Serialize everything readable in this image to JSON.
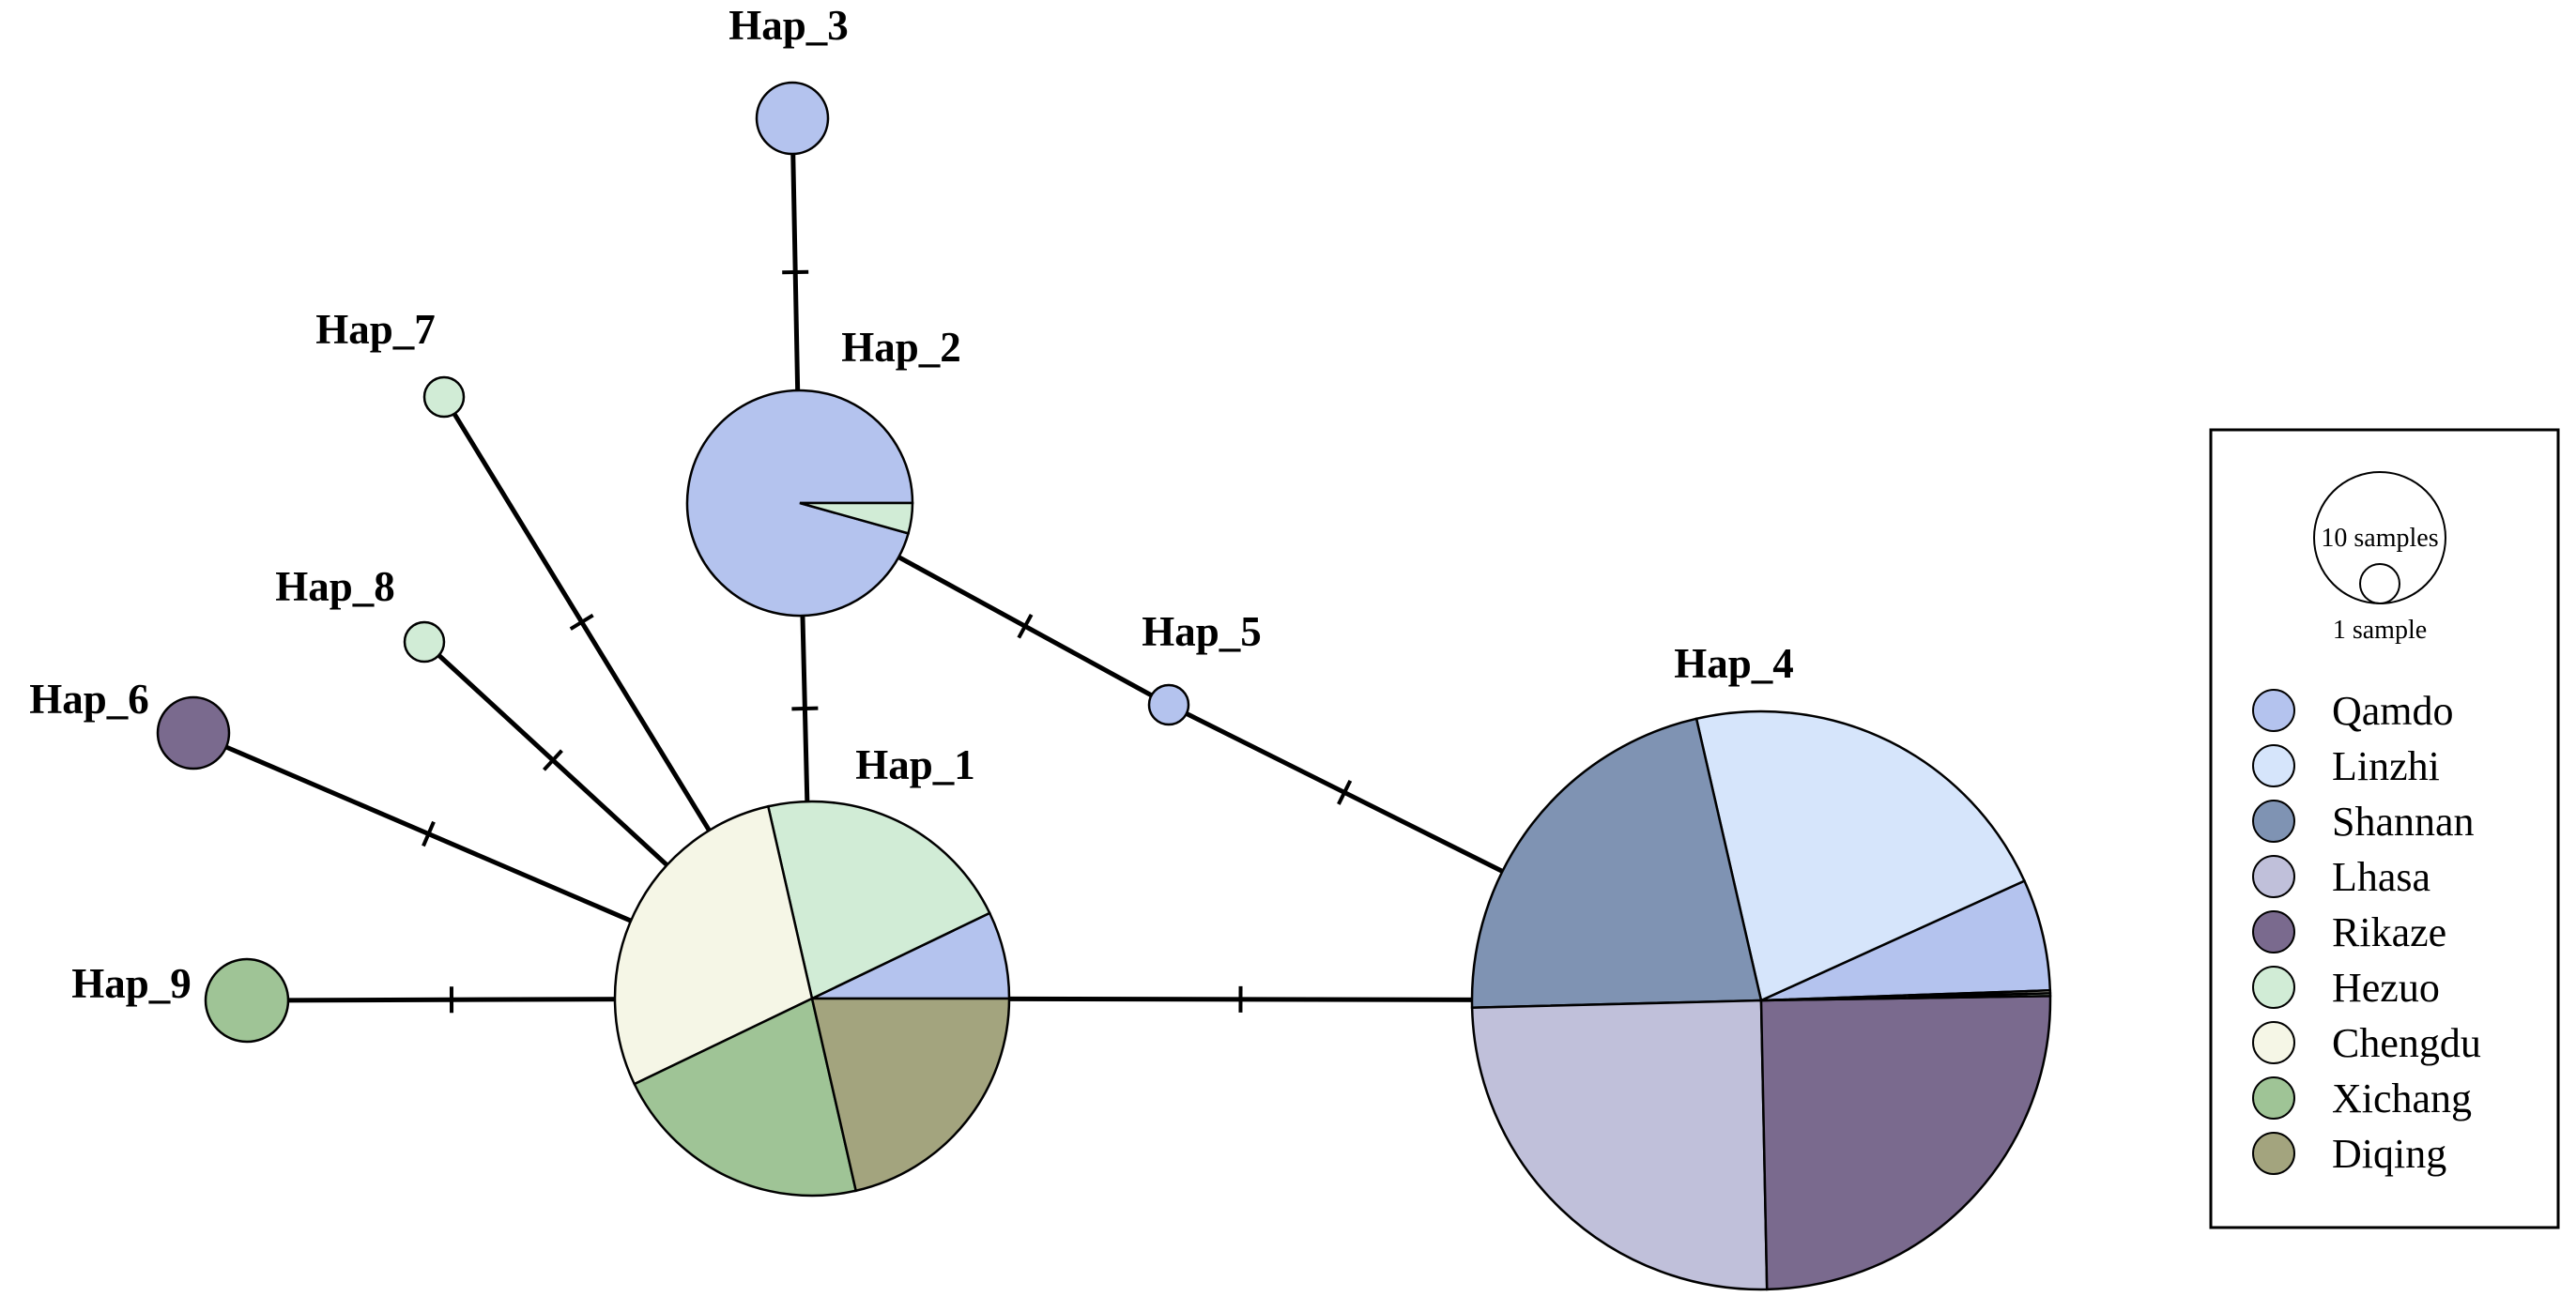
{
  "populations": [
    {
      "name": "Qamdo",
      "color": "#b4c3ee"
    },
    {
      "name": "Linzhi",
      "color": "#d6e5fb"
    },
    {
      "name": "Shannan",
      "color": "#7f93b3"
    },
    {
      "name": "Lhasa",
      "color": "#c0c0da"
    },
    {
      "name": "Rikaze",
      "color": "#7a6a8e"
    },
    {
      "name": "Hezuo",
      "color": "#d1ecd6"
    },
    {
      "name": "Chengdu",
      "color": "#f5f6e6"
    },
    {
      "name": "Xichang",
      "color": "#9fc496"
    },
    {
      "name": "Diqing",
      "color": "#a3a47e"
    }
  ],
  "haplotypes": [
    {
      "label": "Hap_1",
      "composition": {
        "Qamdo": 1,
        "Hezuo": 3,
        "Chengdu": 4,
        "Xichang": 3,
        "Diqing": 3
      }
    },
    {
      "label": "Hap_2",
      "composition": {
        "Qamdo": 11,
        "Hezuo": 0.5
      }
    },
    {
      "label": "Hap_3",
      "composition": {
        "Qamdo": 1
      }
    },
    {
      "label": "Hap_4",
      "composition": {
        "Qamdo": 2,
        "Linzhi": 7,
        "Shannan": 7,
        "Lhasa": 8,
        "Rikaze": 8,
        "Hezuo": 0.05,
        "Chengdu": 0.05
      }
    },
    {
      "label": "Hap_5",
      "composition": {
        "Qamdo": 0.35
      }
    },
    {
      "label": "Hap_6",
      "composition": {
        "Rikaze": 1
      }
    },
    {
      "label": "Hap_7",
      "composition": {
        "Hezuo": 0.35
      }
    },
    {
      "label": "Hap_8",
      "composition": {
        "Hezuo": 0.35
      }
    },
    {
      "label": "Hap_9",
      "composition": {
        "Xichang": 1
      }
    }
  ],
  "edges": [
    {
      "from": "Hap_1",
      "to": "Hap_2",
      "mutations": 1
    },
    {
      "from": "Hap_2",
      "to": "Hap_3",
      "mutations": 1
    },
    {
      "from": "Hap_2",
      "to": "Hap_5",
      "mutations": 1
    },
    {
      "from": "Hap_5",
      "to": "Hap_4",
      "mutations": 1
    },
    {
      "from": "Hap_1",
      "to": "Hap_4",
      "mutations": 1
    },
    {
      "from": "Hap_1",
      "to": "Hap_7",
      "mutations": 1
    },
    {
      "from": "Hap_1",
      "to": "Hap_8",
      "mutations": 1
    },
    {
      "from": "Hap_1",
      "to": "Hap_6",
      "mutations": 1
    },
    {
      "from": "Hap_1",
      "to": "Hap_9",
      "mutations": 1
    }
  ],
  "legend": {
    "size_large": "10 samples",
    "size_small": "1 sample"
  }
}
